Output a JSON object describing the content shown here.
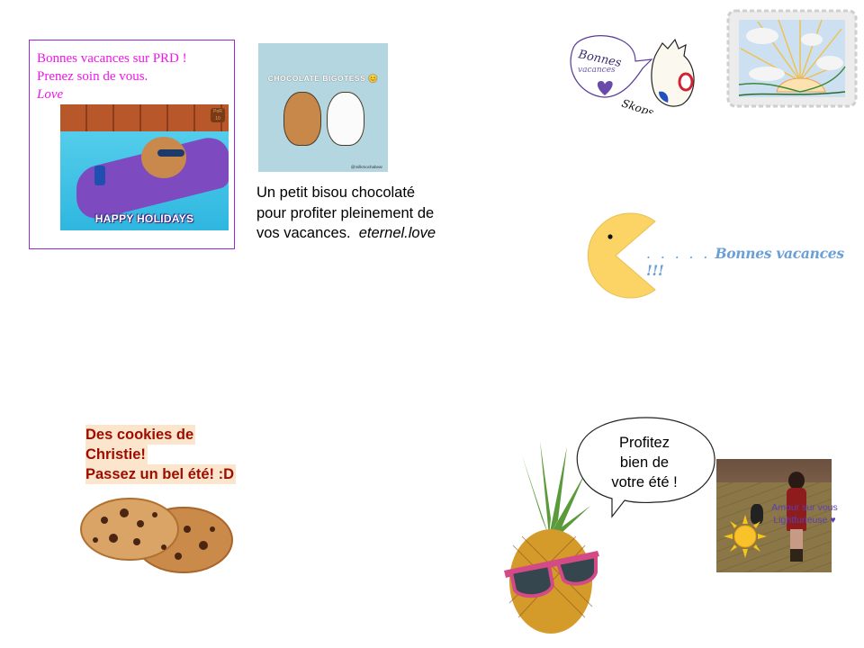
{
  "cards": {
    "prd": {
      "line1": "Bonnes vacances sur PRD !",
      "line2": "Prenez soin de vous.",
      "signature": "Love",
      "gif_caption": "HAPPY HOLIDAYS",
      "gif_badge": "PoR 10",
      "colors": {
        "text": "#ee16e8",
        "border": "#9a2bd8"
      }
    },
    "bears": {
      "gif_title": "CHOCOLATE BIGOTESS 😊",
      "gif_credit": "@milkmochabear",
      "message": "Un petit bisou chocolaté pour profiter pleinement de vos vacances.",
      "signature": "eternel.love"
    },
    "togepi": {
      "bubble_line1": "Bonnes",
      "bubble_line2": "vacances",
      "signature": "Skops"
    },
    "pacman": {
      "dots": ". . . . .",
      "message": "Bonnes vacances !!!",
      "colors": {
        "pacman": "#fcd465",
        "text": "#6a9fd8"
      }
    },
    "cookies": {
      "line1": "Des cookies de",
      "line2": "Christie!",
      "line3": "Passez un bel été! :D",
      "colors": {
        "text": "#9c0c00",
        "highlight": "#fce5cd"
      }
    },
    "pineapple": {
      "speech_line1": "Profitez",
      "speech_line2": "bien de",
      "speech_line3": "votre été !"
    },
    "sims": {
      "caption_line1": "Amour sur vous",
      "caption_line2": "Lightfurieuse ♥",
      "colors": {
        "text": "#5b3fb5"
      }
    }
  }
}
